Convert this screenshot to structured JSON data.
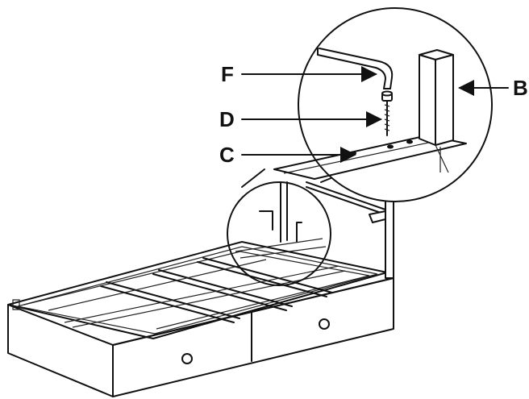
{
  "callouts": {
    "F": "F",
    "D": "D",
    "C": "C",
    "B": "B"
  }
}
